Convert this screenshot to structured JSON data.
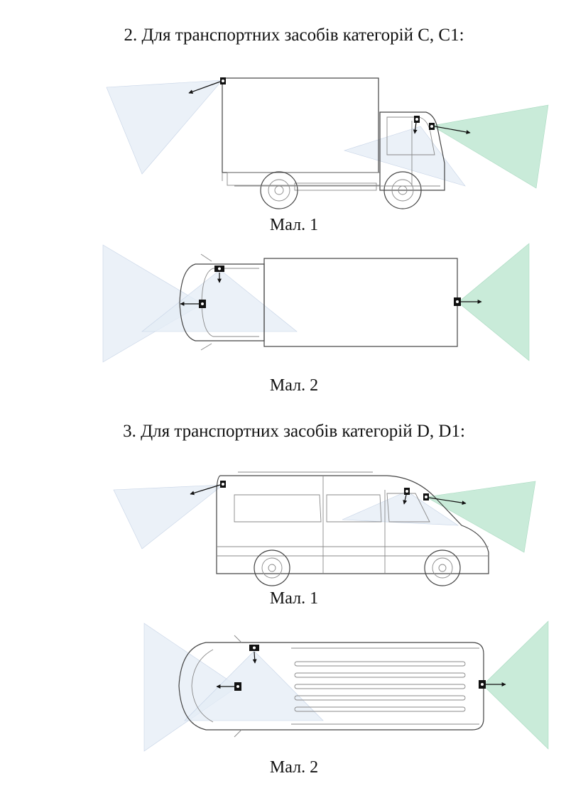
{
  "section_c": {
    "heading": "2. Для транспортних засобів категорій С, С1:",
    "fig1_caption": "Мал. 1",
    "fig2_caption": "Мал. 2"
  },
  "section_d": {
    "heading": "3. Для транспортних засобів категорій D, D1:",
    "fig1_caption": "Мал. 1",
    "fig2_caption": "Мал. 2"
  },
  "colors": {
    "front_cone": "#bfe7d2",
    "side_cone": "#e4ecf6",
    "camera": "#111111"
  },
  "icons": [
    "camera-icon",
    "arrow-icon"
  ]
}
